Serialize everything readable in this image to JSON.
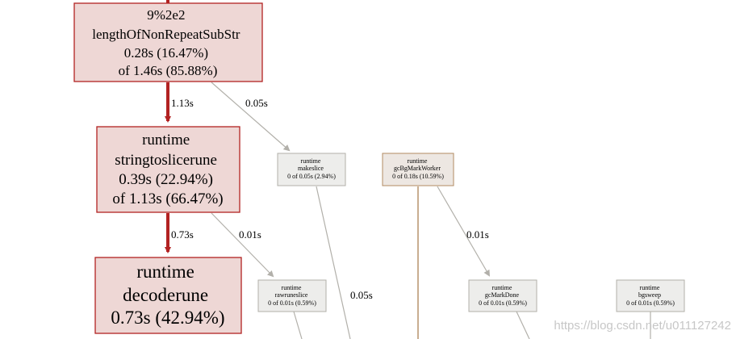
{
  "colors": {
    "hot_fill": "#eed7d5",
    "hot_stroke": "#b22222",
    "hot_edge": "#b22222",
    "cold_fill": "#ededeb",
    "cold_stroke": "#b2b0aa",
    "cold_edge": "#b2b0aa",
    "warm_fill": "#ede7e2",
    "warm_stroke": "#b28b62",
    "warm_edge": "#b28b62"
  },
  "nodes": {
    "length_of_non_repeat": {
      "lines": [
        "9%2e2",
        "lengthOfNonRepeatSubStr",
        "0.28s (16.47%)",
        "of 1.46s (85.88%)"
      ]
    },
    "stringtoslicerune": {
      "lines": [
        "runtime",
        "stringtoslicerune",
        "0.39s (22.94%)",
        "of 1.13s (66.47%)"
      ]
    },
    "decoderune": {
      "lines": [
        "runtime",
        "decoderune",
        "0.73s (42.94%)"
      ]
    },
    "makeslice": {
      "lines": [
        "runtime",
        "makeslice",
        "0 of 0.05s (2.94%)"
      ]
    },
    "gcbgmarkworker": {
      "lines": [
        "runtime",
        "gcBgMarkWorker",
        "0 of 0.18s (10.59%)"
      ]
    },
    "rawruneslice": {
      "lines": [
        "runtime",
        "rawruneslice",
        "0 of 0.01s (0.59%)"
      ]
    },
    "gcmarkdone": {
      "lines": [
        "runtime",
        "gcMarkDone",
        "0 of 0.01s (0.59%)"
      ]
    },
    "bgsweep": {
      "lines": [
        "runtime",
        "bgsweep",
        "0 of 0.01s (0.59%)"
      ]
    }
  },
  "edges": {
    "len_to_str": "1.13s",
    "len_to_makeslice": "0.05s",
    "str_to_decode": "0.73s",
    "str_to_raw": "0.01s",
    "makeslice_down": "0.05s",
    "gcbg_to_gcmark": "0.01s"
  },
  "watermark": "https://blog.csdn.net/u011127242"
}
